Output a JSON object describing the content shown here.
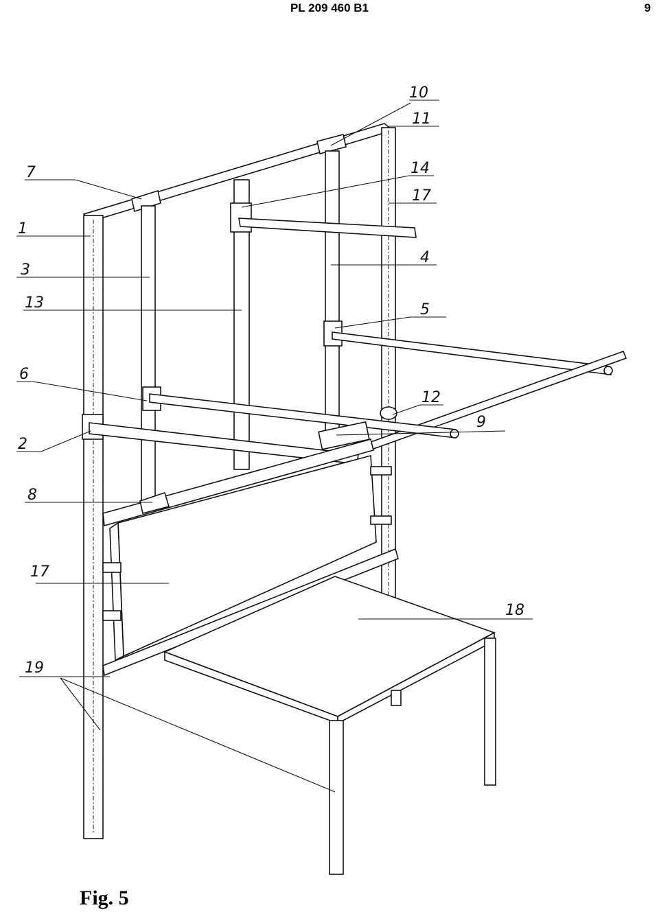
{
  "header": {
    "document_id": "PL 209 460 B1",
    "page_number": "9"
  },
  "figure": {
    "caption": "Fig. 5",
    "reference_labels": [
      "10",
      "11",
      "7",
      "14",
      "17",
      "1",
      "4",
      "3",
      "13",
      "5",
      "6",
      "12",
      "2",
      "9",
      "8",
      "17",
      "18",
      "19"
    ]
  }
}
